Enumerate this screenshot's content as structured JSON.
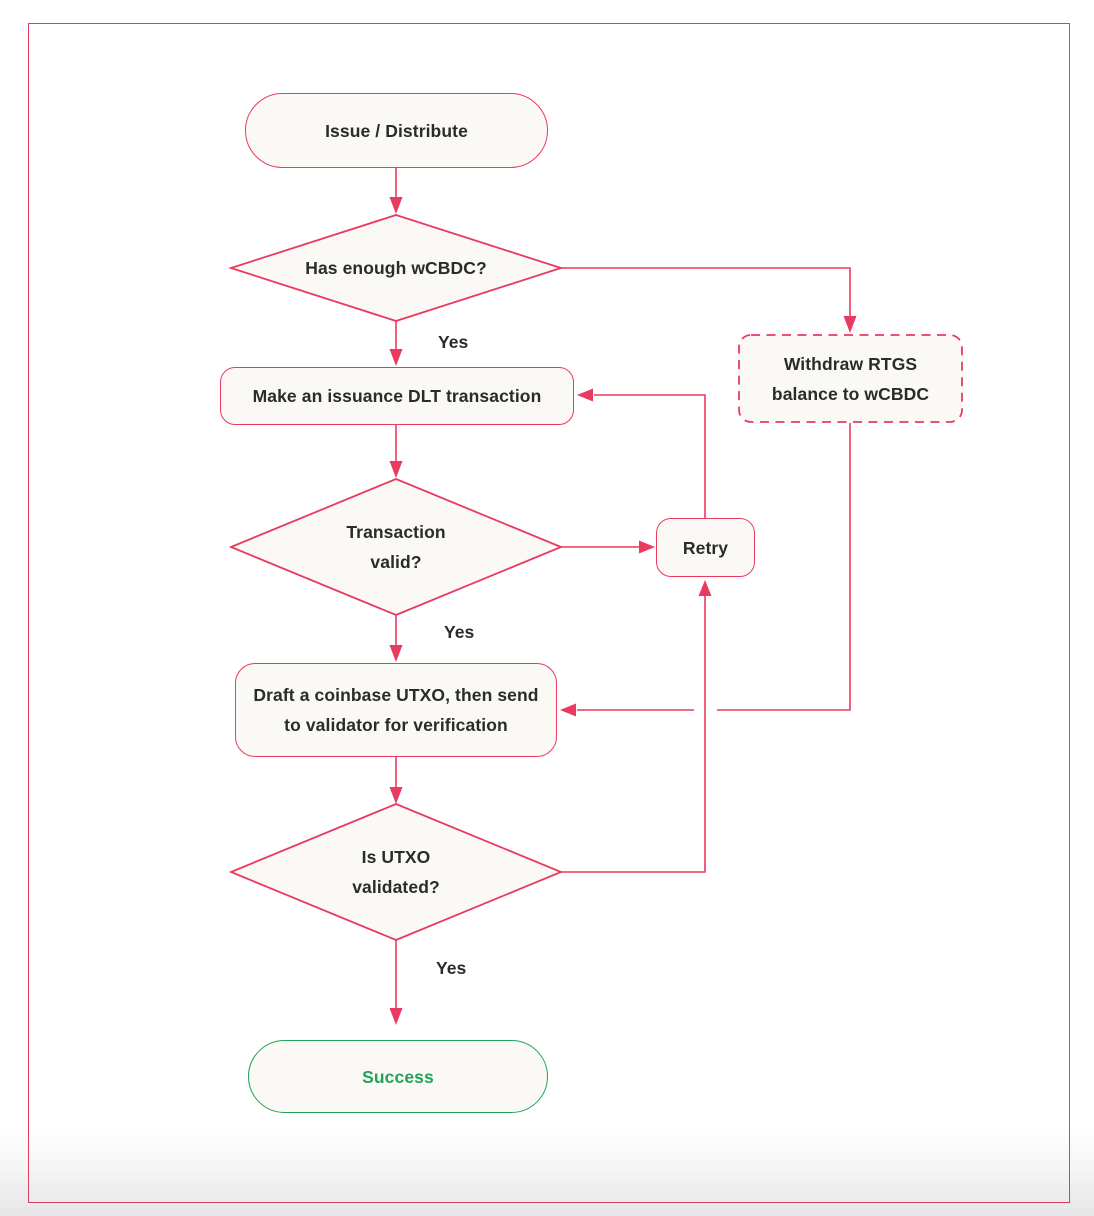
{
  "theme": {
    "accent": "#e93a5f",
    "success_green": "#23a259",
    "text": "#2b2b2b",
    "node_fill": "#faf9f6",
    "background": "#ffffff"
  },
  "flowchart": {
    "nodes": {
      "issue_distribute": {
        "label": "Issue / Distribute",
        "shape": "stadium"
      },
      "has_enough_wcbdc": {
        "label": "Has enough wCBDC?",
        "shape": "decision-diamond"
      },
      "withdraw_rtgs": {
        "label": "Withdraw RTGS\nbalance to wCBDC",
        "shape": "dashed-rounded-box"
      },
      "make_issuance_dlt": {
        "label": "Make an issuance DLT transaction",
        "shape": "rounded-box"
      },
      "transaction_valid": {
        "label": "Transaction\nvalid?",
        "shape": "decision-diamond"
      },
      "retry": {
        "label": "Retry",
        "shape": "rounded-box"
      },
      "draft_coinbase_utxo": {
        "label": "Draft a coinbase UTXO, then send\nto validator for verification",
        "shape": "rounded-box"
      },
      "is_utxo_validated": {
        "label": "Is UTXO\nvalidated?",
        "shape": "decision-diamond"
      },
      "success": {
        "label": "Success",
        "shape": "stadium"
      }
    },
    "edges": [
      {
        "from": "issue_distribute",
        "to": "has_enough_wcbdc",
        "label": ""
      },
      {
        "from": "has_enough_wcbdc",
        "to": "make_issuance_dlt",
        "label": "Yes"
      },
      {
        "from": "has_enough_wcbdc",
        "to": "withdraw_rtgs",
        "label": ""
      },
      {
        "from": "make_issuance_dlt",
        "to": "transaction_valid",
        "label": ""
      },
      {
        "from": "transaction_valid",
        "to": "draft_coinbase_utxo",
        "label": "Yes"
      },
      {
        "from": "transaction_valid",
        "to": "retry",
        "label": ""
      },
      {
        "from": "retry",
        "to": "make_issuance_dlt",
        "label": ""
      },
      {
        "from": "withdraw_rtgs",
        "to": "draft_coinbase_utxo",
        "label": ""
      },
      {
        "from": "draft_coinbase_utxo",
        "to": "is_utxo_validated",
        "label": ""
      },
      {
        "from": "is_utxo_validated",
        "to": "retry",
        "label": ""
      },
      {
        "from": "is_utxo_validated",
        "to": "success",
        "label": "Yes"
      }
    ]
  }
}
